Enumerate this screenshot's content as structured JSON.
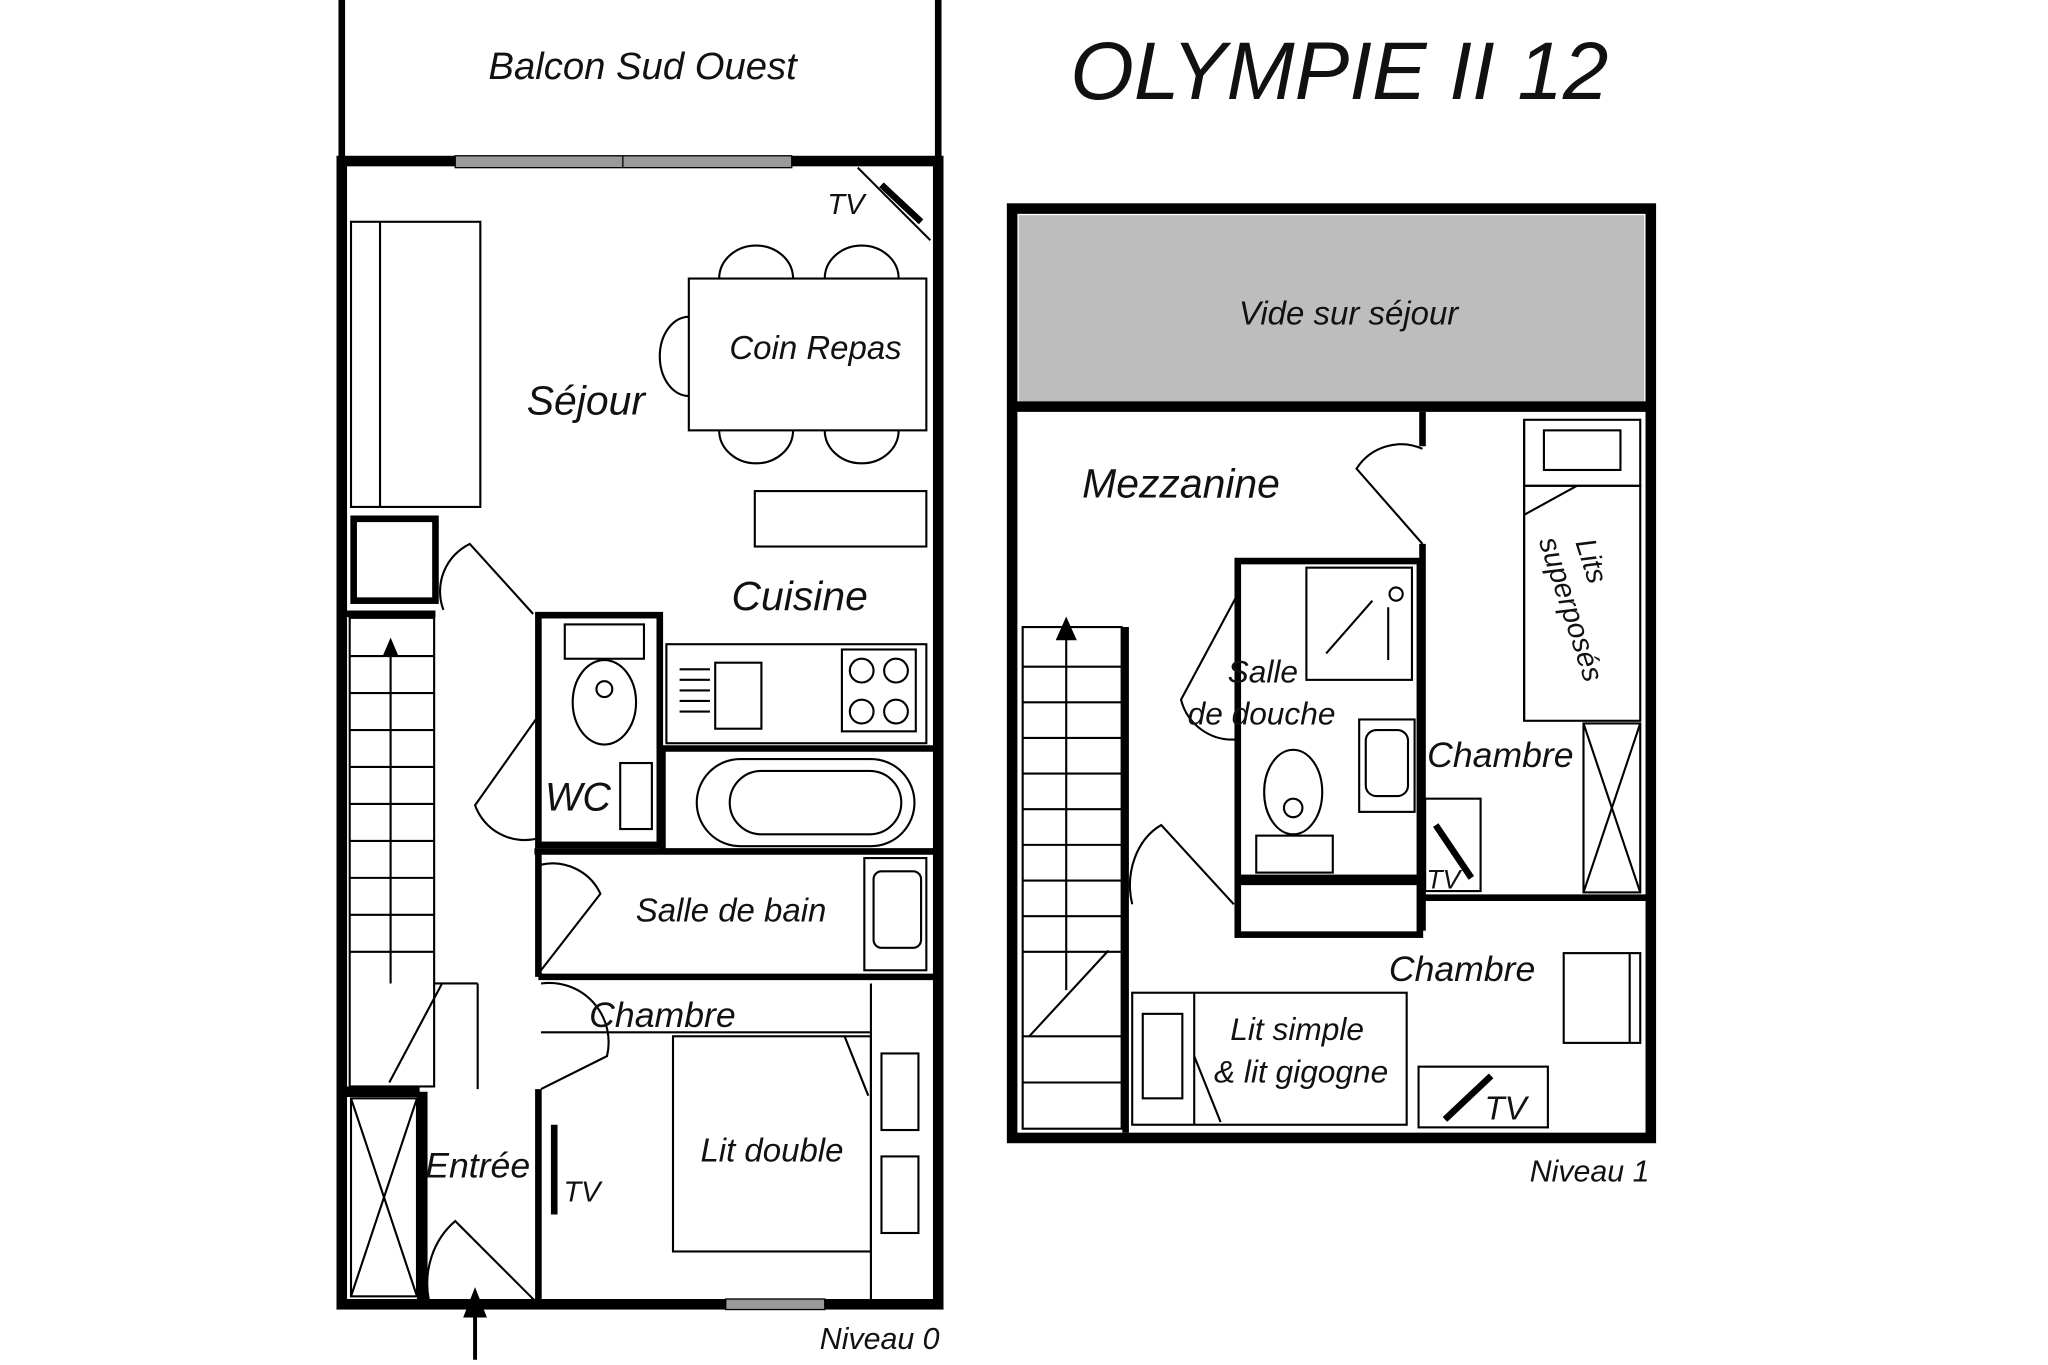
{
  "title": "OLYMPIE II 12",
  "level0": {
    "label": "Niveau 0",
    "rooms": {
      "balcony": "Balcon Sud Ouest",
      "living": "Séjour",
      "dining": "Coin Repas",
      "kitchen": "Cuisine",
      "wc": "WC",
      "bathroom": "Salle de bain",
      "bedroom": "Chambre",
      "double_bed": "Lit double",
      "entry": "Entrée"
    },
    "tv1": "TV",
    "tv2": "TV"
  },
  "level1": {
    "label": "Niveau 1",
    "rooms": {
      "void": "Vide sur séjour",
      "mezzanine": "Mezzanine",
      "shower_1": "Salle",
      "shower_2": "de douche",
      "bunk_1": "Lits",
      "bunk_2": "superposés",
      "bedroom_a": "Chambre",
      "bedroom_b": "Chambre",
      "beds_1": "Lit simple",
      "beds_2": "& lit gigogne"
    },
    "tv1": "TV",
    "tv2": "TV"
  },
  "colors": {
    "void_fill": "#bdbdbd",
    "window": "#9a9a9a"
  }
}
